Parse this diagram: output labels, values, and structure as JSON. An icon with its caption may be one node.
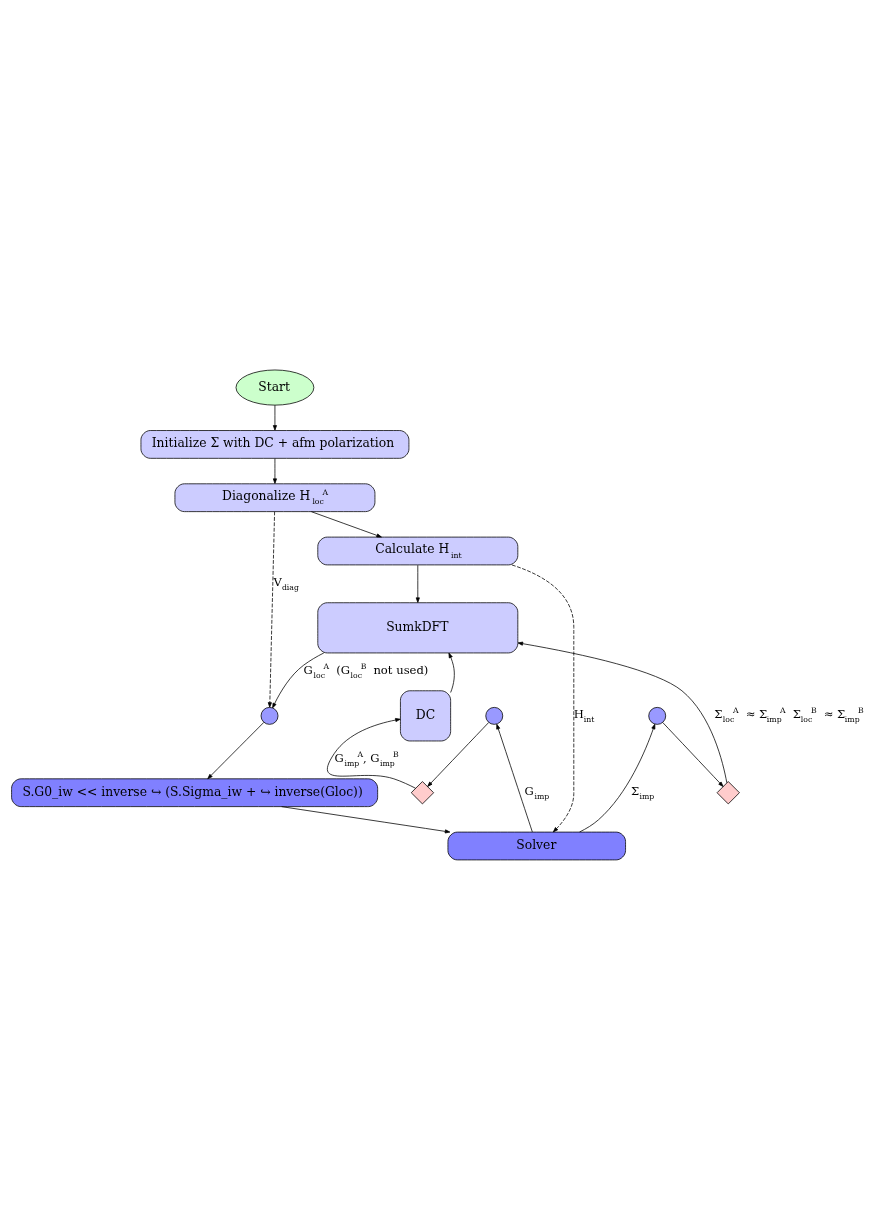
{
  "diagram": {
    "nodes": [
      {
        "text": [
          "Start"
        ]
      },
      {
        "text": [
          "Initialize Σ with DC + afm polarization"
        ]
      },
      {
        "text": [
          "Diagonalize H$_{loc}$$^{A}$"
        ]
      },
      {
        "text": [
          "Calculate H$_{int}$"
        ]
      },
      {
        "text": [
          "SumkDFT"
        ]
      },
      {
        "text": [
          "DC"
        ]
      },
      {
        "text": [],
        "shape": "diamond"
      },
      {
        "text": [],
        "shape": "diamond"
      },
      {
        "text": [],
        "shape": "circle"
      },
      {
        "text": [],
        "shape": "circle"
      },
      {
        "text": [],
        "shape": "circle"
      },
      {
        "text": [
          "S.G0_iw << inverse ↪ (S.Sigma_iw + ↪ inverse(Gloc))"
        ]
      },
      {
        "text": [
          "Solver"
        ]
      }
    ],
    "edges": [
      {
        "from": 0,
        "to": 1,
        "arrow": "to"
      },
      {
        "from": 1,
        "to": 2,
        "arrow": "to"
      },
      {
        "from": 2,
        "to": 3,
        "arrow": "to"
      },
      {
        "from": 3,
        "to": 4,
        "arrow": "to"
      },
      {
        "from": 2,
        "to": 8,
        "arrow": "to",
        "style": "dashed",
        "label": "V$_{diag}$"
      },
      {
        "from": 3,
        "to": 12,
        "arrow": "to",
        "style": "dashed",
        "label": "H$_{int}$"
      },
      {
        "from": 4,
        "to": 8,
        "arrow": "to",
        "label": "G$_{loc}$$^{A}$ (G$_{loc}$$^{B}$ not used)"
      },
      {
        "from": 8,
        "to": 11,
        "arrow": "to"
      },
      {
        "from": 11,
        "to": 12,
        "arrow": "to"
      },
      {
        "from": 12,
        "to": 9,
        "arrow": "to",
        "label": "G$_{imp}$"
      },
      {
        "from": 9,
        "to": 6,
        "arrow": "to"
      },
      {
        "from": 6,
        "to": 5,
        "arrow": "to",
        "label": "G$_{imp}$$^{A}$, G$_{imp}$$^{B}$"
      },
      {
        "from": 5,
        "to": 4,
        "arrow": "to"
      },
      {
        "from": 12,
        "to": 10,
        "arrow": "to",
        "label": "Σ$_{imp}$"
      },
      {
        "from": 10,
        "to": 7,
        "arrow": "to"
      },
      {
        "from": 7,
        "to": 4,
        "arrow": "to",
        "label": "Σ$_{loc}$$^{A}$ ≈ Σ$_{imp}$$^{A}$ Σ$_{loc}$$^{B}$ ≈ Σ$_{imp}$$^{B}$"
      }
    ]
  }
}
